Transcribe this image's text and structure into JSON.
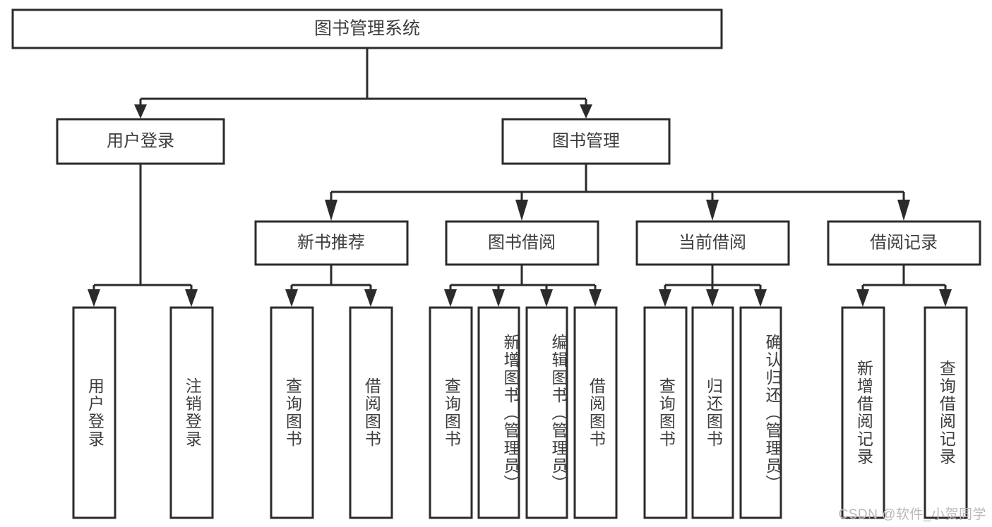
{
  "diagram": {
    "type": "tree-hierarchy",
    "title": "图书管理系统",
    "root": {
      "id": "root",
      "label": "图书管理系统",
      "orientation": "horizontal"
    },
    "level2": [
      {
        "id": "user-login",
        "label": "用户登录",
        "orientation": "horizontal"
      },
      {
        "id": "book-manage",
        "label": "图书管理",
        "orientation": "horizontal"
      }
    ],
    "level3": [
      {
        "id": "new-book-recommend",
        "label": "新书推荐",
        "orientation": "horizontal",
        "parent": "book-manage"
      },
      {
        "id": "book-borrow",
        "label": "图书借阅",
        "orientation": "horizontal",
        "parent": "book-manage"
      },
      {
        "id": "current-borrow",
        "label": "当前借阅",
        "orientation": "horizontal",
        "parent": "book-manage"
      },
      {
        "id": "borrow-record",
        "label": "借阅记录",
        "orientation": "horizontal",
        "parent": "book-manage"
      }
    ],
    "leaves": [
      {
        "id": "leaf-user-login",
        "label": "用户登录",
        "orientation": "vertical",
        "parent": "user-login"
      },
      {
        "id": "leaf-user-logout",
        "label": "注销登录",
        "orientation": "vertical",
        "parent": "user-login"
      },
      {
        "id": "leaf-query-book-1",
        "label": "查询图书",
        "orientation": "vertical",
        "parent": "new-book-recommend"
      },
      {
        "id": "leaf-borrow-book-1",
        "label": "借阅图书",
        "orientation": "vertical",
        "parent": "new-book-recommend"
      },
      {
        "id": "leaf-query-book-2",
        "label": "查询图书",
        "orientation": "vertical",
        "parent": "book-borrow"
      },
      {
        "id": "leaf-add-book",
        "label": "新增图书（管理员）",
        "orientation": "vertical",
        "parent": "book-borrow"
      },
      {
        "id": "leaf-edit-book",
        "label": "编辑图书（管理员）",
        "orientation": "vertical",
        "parent": "book-borrow"
      },
      {
        "id": "leaf-borrow-book-2",
        "label": "借阅图书",
        "orientation": "vertical",
        "parent": "book-borrow"
      },
      {
        "id": "leaf-query-book-3",
        "label": "查询图书",
        "orientation": "vertical",
        "parent": "current-borrow"
      },
      {
        "id": "leaf-return-book",
        "label": "归还图书",
        "orientation": "vertical",
        "parent": "current-borrow"
      },
      {
        "id": "leaf-confirm-return",
        "label": "确认归还（管理员）",
        "orientation": "vertical",
        "parent": "current-borrow"
      },
      {
        "id": "leaf-add-record",
        "label": "新增借阅记录",
        "orientation": "vertical",
        "parent": "borrow-record"
      },
      {
        "id": "leaf-query-record",
        "label": "查询借阅记录",
        "orientation": "vertical",
        "parent": "borrow-record"
      }
    ],
    "colors": {
      "box_stroke": "#2b2b2b",
      "box_fill": "#ffffff",
      "text": "#3d3d3d",
      "connector": "#2b2b2b",
      "background": "#ffffff",
      "watermark": "#b9b9b9"
    }
  },
  "watermark": {
    "text": "CSDN @软件_小贺同学"
  }
}
